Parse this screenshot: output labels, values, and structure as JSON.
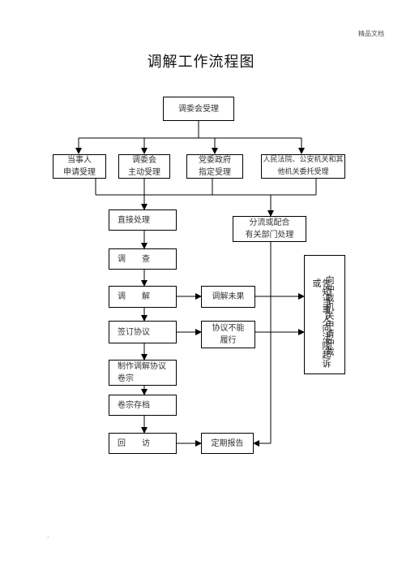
{
  "header_note": "精品文档",
  "title": "调解工作流程图",
  "nodes": {
    "committee_accept": "调委会受理",
    "party_apply": "当事人\n申请受理",
    "committee_active": "调委会\n主动受理",
    "party_gov": "党委政府\n指定受理",
    "court_police": "人民法院、公安机关和其\n他机关委托受理",
    "direct": "直接处理",
    "diversion": "分流或配合\n有关部门处理",
    "investigate": "调　　查",
    "mediate": "调　　解",
    "mediate_fail": "调解未果",
    "sign": "签订协议",
    "not_perform": "协议不能\n履行",
    "make_agreement": "制作调解协议\n卷宗",
    "archive": "卷宗存档",
    "visit": "回　　访",
    "report": "定期报告"
  },
  "inform": {
    "col1": "告知当事人向法院起诉或",
    "col2": "向仲裁机关申请仲裁"
  },
  "footer_mark": "."
}
